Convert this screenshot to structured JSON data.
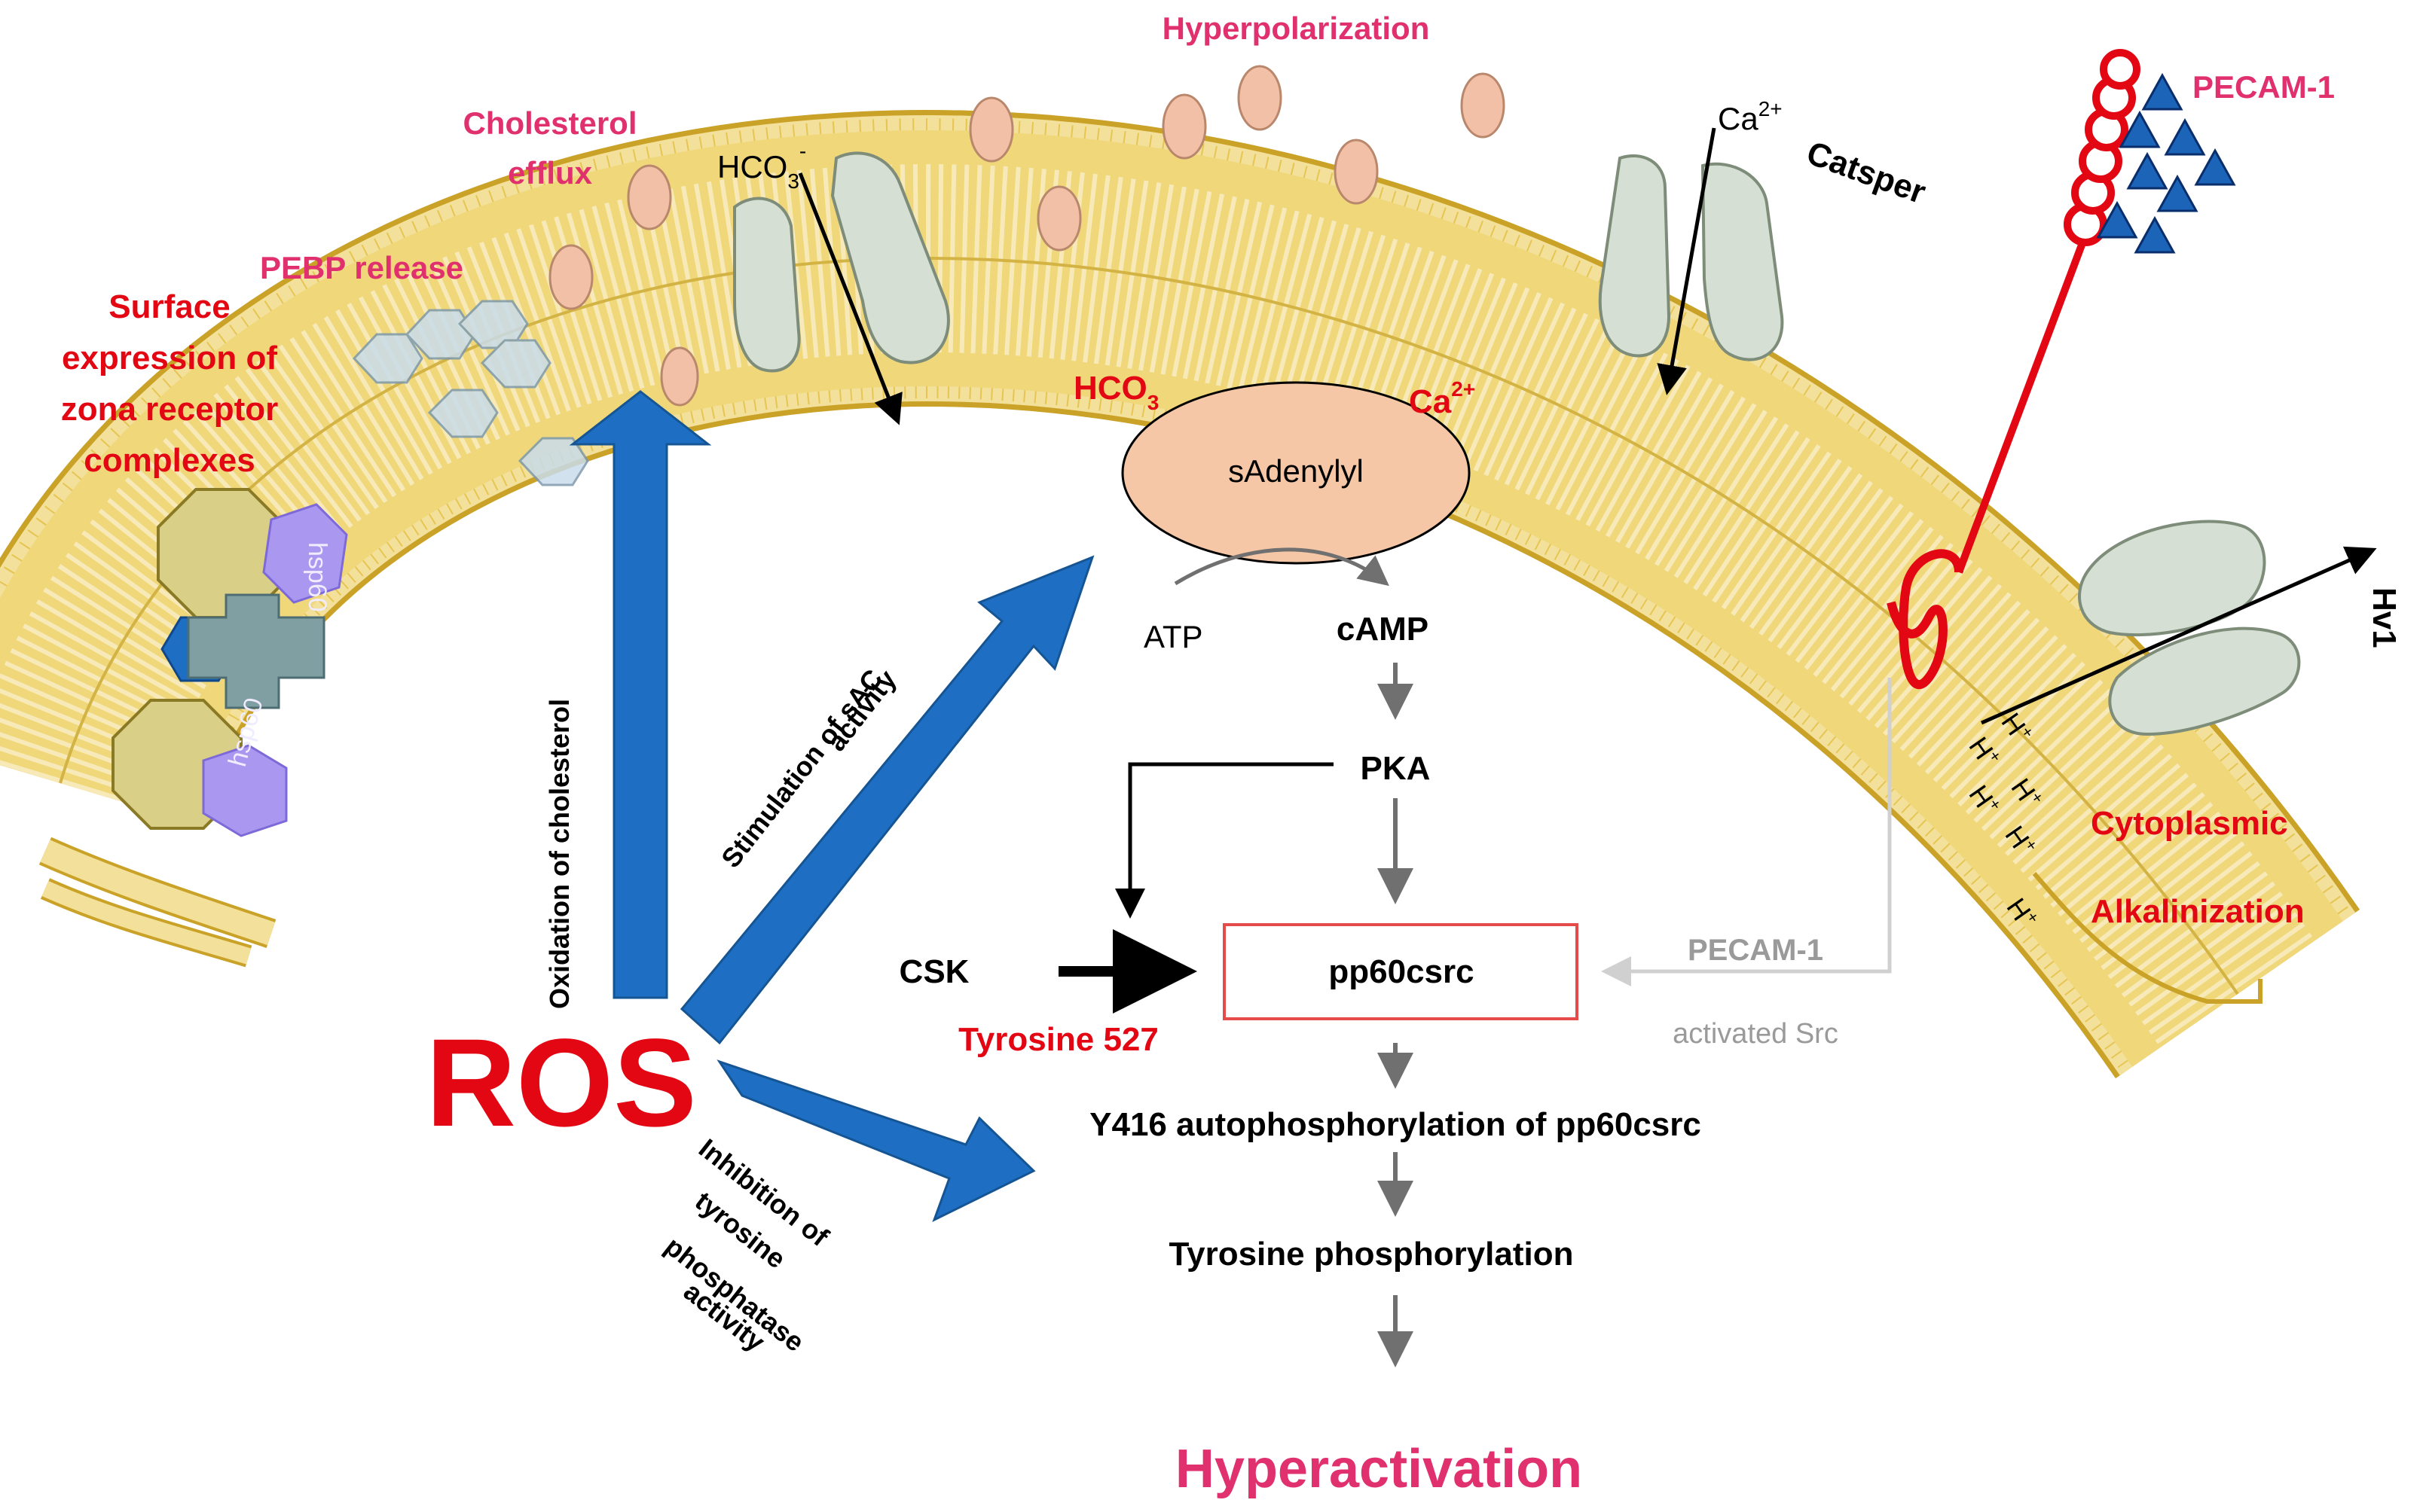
{
  "membrane_labels": {
    "hyperpolarization": "Hyperpolarization",
    "cholesterol_efflux": [
      "Cholesterol",
      "efflux"
    ],
    "pebp_release": "PEBP release",
    "surface_expression": [
      "Surface",
      "expression of",
      "zona receptor",
      "complexes"
    ],
    "hco3_channel": {
      "base": "HCO",
      "sub": "3",
      "sup": "-"
    },
    "ca_channel": {
      "base": "Ca",
      "sup": "2+"
    },
    "catsper": "Catsper",
    "pecam_membrane": "PECAM-1",
    "hv1": "Hv1",
    "cytoplasmic": "Cytoplasmic",
    "alkalinization": "Alkalinization",
    "proton": "H",
    "proton_sup": "+",
    "hsp_1": "hsp60",
    "hsp_2": "hsp60"
  },
  "pathway": {
    "hco3": {
      "base": "HCO",
      "sub": "3"
    },
    "ca": {
      "base": "Ca",
      "sup": "2+"
    },
    "sadenylyl": "sAdenylyl",
    "atp": "ATP",
    "camp": "cAMP",
    "pka": "PKA",
    "csk": "CSK",
    "tyrosine_527": "Tyrosine 527",
    "pp60csrc": "pp60csrc",
    "pecam_src": "PECAM-1",
    "activated_src": "activated Src",
    "y416": "Y416 autophosphorylation of pp60csrc",
    "tyrosine_phosphorylation": "Tyrosine phosphorylation",
    "hyperactivation": "Hyperactivation"
  },
  "ros": {
    "label": "ROS",
    "oxidation": "Oxidation of cholesterol",
    "stimulation": [
      "Stimulation of sAC",
      "activity"
    ],
    "inhibition": [
      "Inhibition of",
      "tyrosine",
      "phosphatase",
      "activity"
    ]
  },
  "colors": {
    "membrane_fill": "#f3e09a",
    "membrane_stroke": "#c9a227",
    "channel_fill": "#d6dfd4",
    "vesicle_fill": "#f2c0a6",
    "ros_arrow": "#1e6fc4",
    "label_red": "#e30613",
    "label_pink": "#e0306e",
    "triangle": "#1b64b8"
  }
}
